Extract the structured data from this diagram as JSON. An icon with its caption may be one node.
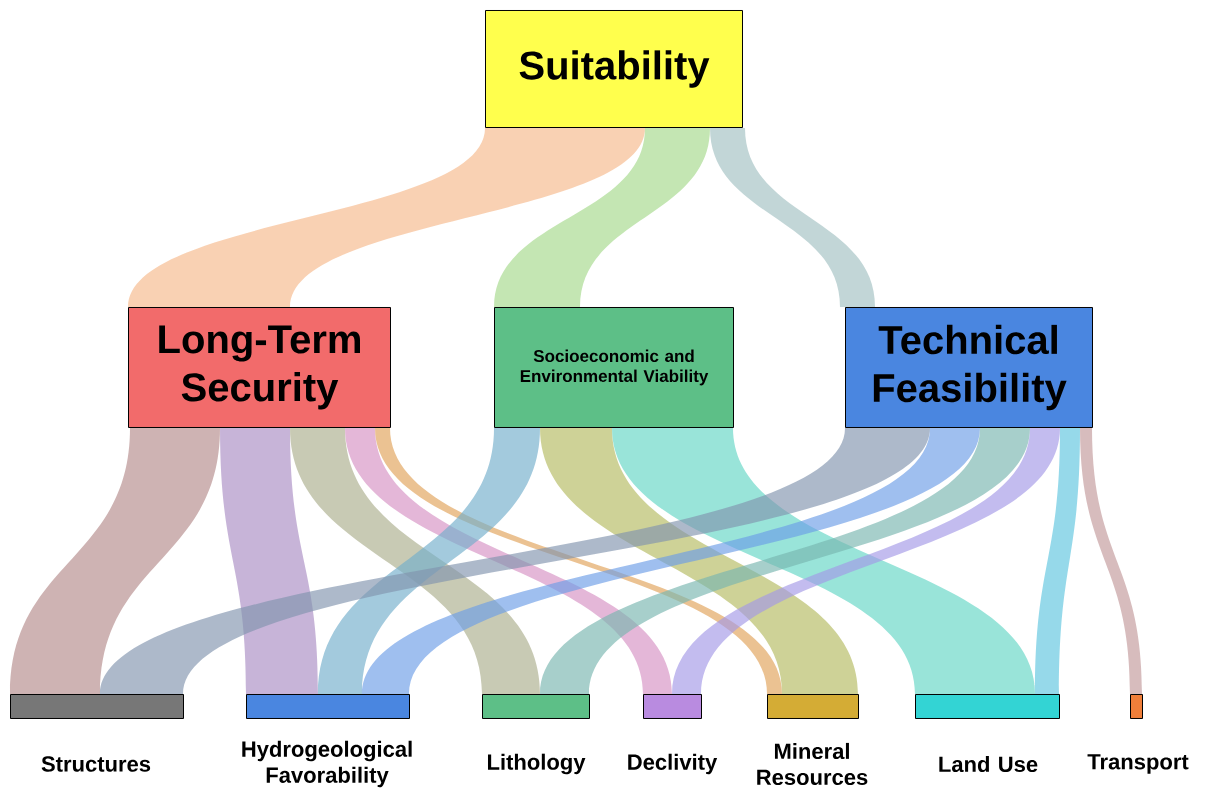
{
  "diagram": {
    "nodes": [
      {
        "text": [
          "Suitability"
        ]
      },
      {
        "text": [
          "Long-Term Security"
        ]
      },
      {
        "text": [
          "Socioeconomic and Environmental Viability"
        ]
      },
      {
        "text": [
          "Technical Feasibility"
        ]
      },
      {
        "text": [
          "Structures"
        ]
      },
      {
        "text": [
          "Hydrogeological Favorability"
        ]
      },
      {
        "text": [
          "Lithology"
        ]
      },
      {
        "text": [
          "Declivity"
        ]
      },
      {
        "text": [
          "Mineral Resources"
        ]
      },
      {
        "text": [
          "Land Use"
        ]
      },
      {
        "text": [
          "Transport"
        ]
      }
    ],
    "edges": [
      {
        "from": 0,
        "to": 1,
        "arrow": "none",
        "color": "#f29a9a"
      },
      {
        "from": 0,
        "to": 2,
        "arrow": "none",
        "color": "#7fc99a"
      },
      {
        "from": 0,
        "to": 3,
        "arrow": "none",
        "color": "#7aa5e8"
      },
      {
        "from": 1,
        "to": 4,
        "arrow": "none",
        "color": "#999999"
      },
      {
        "from": 1,
        "to": 5,
        "arrow": "none",
        "color": "#8a9ae8"
      },
      {
        "from": 1,
        "to": 6,
        "arrow": "none",
        "color": "#8cc99a"
      },
      {
        "from": 1,
        "to": 7,
        "arrow": "none",
        "color": "#c9a0e8"
      },
      {
        "from": 1,
        "to": 8,
        "arrow": "none",
        "color": "#d9b850"
      },
      {
        "from": 2,
        "to": 5,
        "arrow": "none",
        "color": "#7aa5e8"
      },
      {
        "from": 2,
        "to": 8,
        "arrow": "none",
        "color": "#d9b850"
      },
      {
        "from": 2,
        "to": 9,
        "arrow": "none",
        "color": "#66dede"
      },
      {
        "from": 3,
        "to": 4,
        "arrow": "none",
        "color": "#999999"
      },
      {
        "from": 3,
        "to": 5,
        "arrow": "none",
        "color": "#7aa5e8"
      },
      {
        "from": 3,
        "to": 6,
        "arrow": "none",
        "color": "#8cc99a"
      },
      {
        "from": 3,
        "to": 7,
        "arrow": "none",
        "color": "#c9a0e8"
      },
      {
        "from": 3,
        "to": 9,
        "arrow": "none",
        "color": "#66dede"
      },
      {
        "from": 3,
        "to": 10,
        "arrow": "none",
        "color": "#f5a07a"
      }
    ]
  }
}
